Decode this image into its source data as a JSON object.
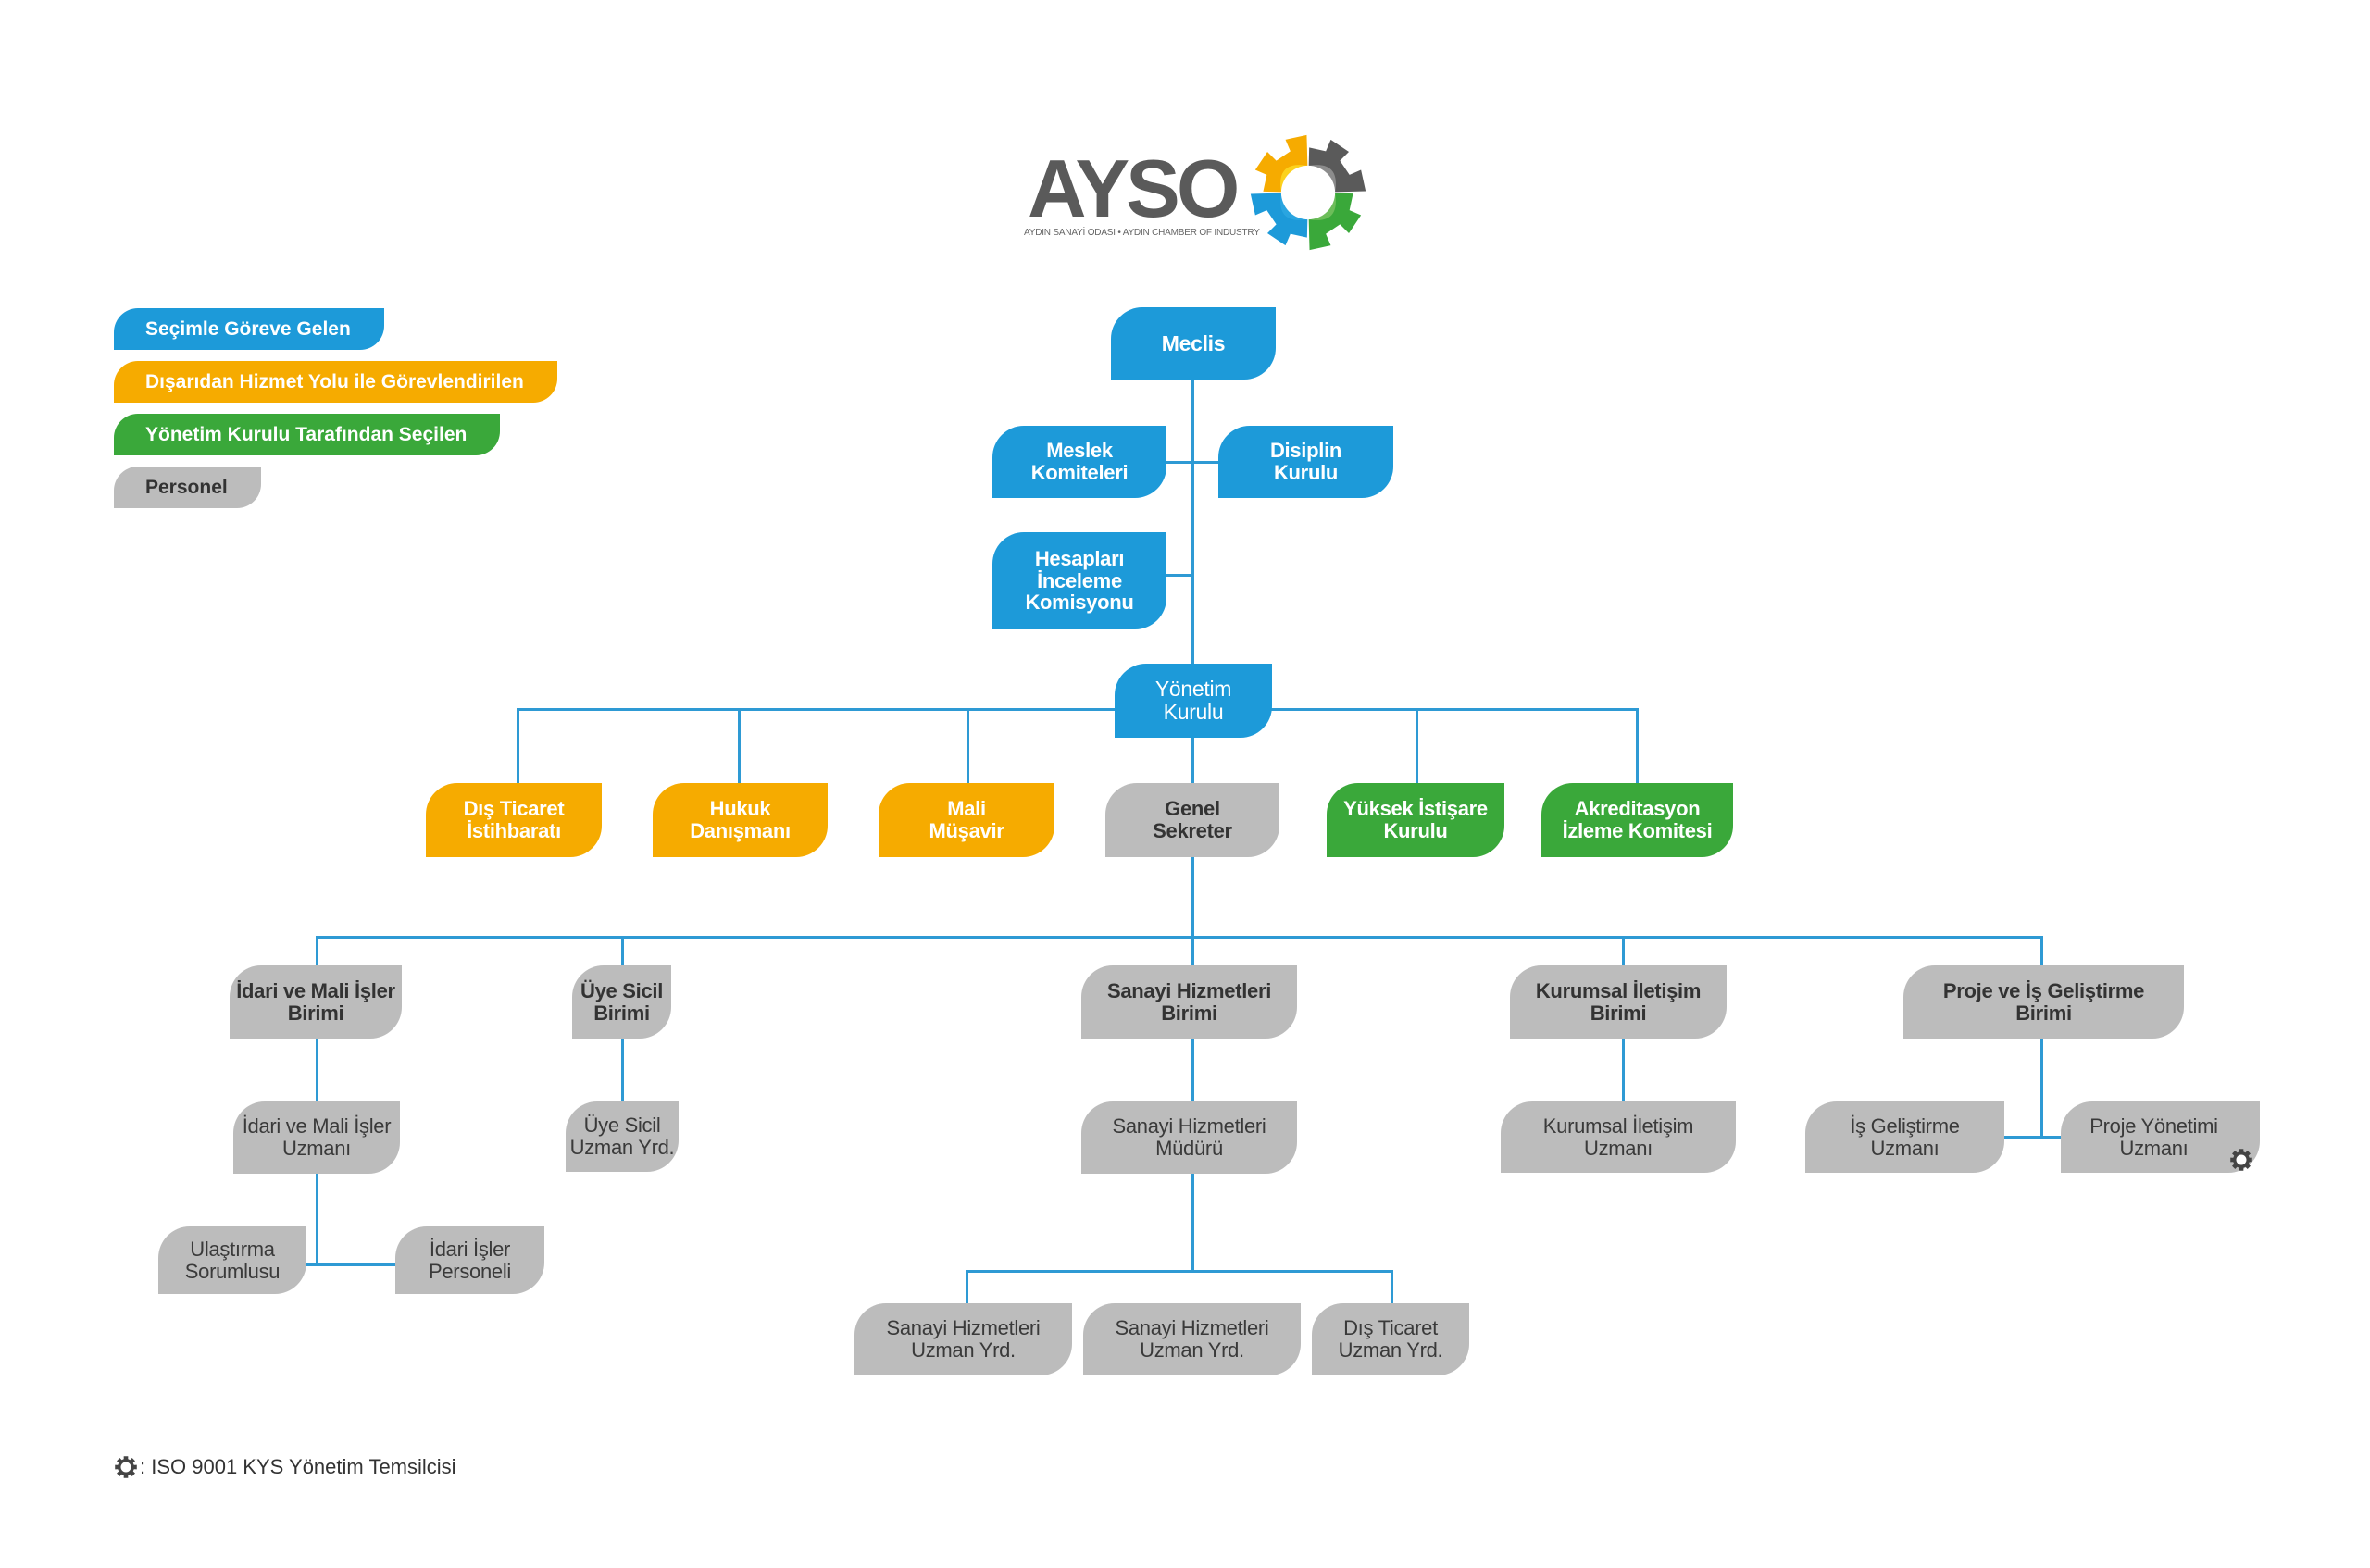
{
  "logo": {
    "wordmark": "AYSO",
    "subtitle": "AYDIN SANAYİ ODASI  •  AYDIN CHAMBER OF INDUSTRY",
    "gear_colors": [
      "#f6ab00",
      "#fcd21d",
      "#5a5a5a",
      "#8c8c8c",
      "#1d9ad9",
      "#2aa5e0",
      "#3aa83a",
      "#6dbd5a"
    ]
  },
  "colors": {
    "elected": "#1d9ad9",
    "external": "#f6ab00",
    "board_selected": "#3aa83a",
    "staff": "#bcbcbc",
    "connector": "#2e9ad4"
  },
  "legend": [
    {
      "label": "Seçimle Göreve Gelen",
      "color": "#1d9ad9"
    },
    {
      "label": "Dışarıdan Hizmet Yolu ile Görevlendirilen",
      "color": "#f6ab00"
    },
    {
      "label": "Yönetim Kurulu Tarafından Seçilen",
      "color": "#3aa83a"
    },
    {
      "label": "Personel",
      "color": "#bcbcbc"
    }
  ],
  "nodes": {
    "meclis": "Meclis",
    "meslek_komiteleri": "Meslek\nKomiteleri",
    "disiplin_kurulu": "Disiplin\nKurulu",
    "hesaplari_inceleme": "Hesapları\nİnceleme\nKomisyonu",
    "yonetim_kurulu": "Yönetim\nKurulu",
    "dis_ticaret_istihbarati": "Dış Ticaret\nİstihbaratı",
    "hukuk_danismani": "Hukuk\nDanışmanı",
    "mali_musavir": "Mali\nMüşavir",
    "genel_sekreter": "Genel\nSekreter",
    "yuksek_istisare": "Yüksek İstişare\nKurulu",
    "akreditasyon": "Akreditasyon\nİzleme Komitesi",
    "idari_mali_birimi": "İdari ve Mali İşler\nBirimi",
    "uye_sicil_birimi": "Üye Sicil\nBirimi",
    "sanayi_hizmetleri_birimi": "Sanayi Hizmetleri\nBirimi",
    "kurumsal_iletisim_birimi": "Kurumsal İletişim\nBirimi",
    "proje_is_gelistirme_birimi": "Proje ve İş Geliştirme\nBirimi",
    "idari_mali_uzmani": "İdari ve Mali İşler\nUzmanı",
    "ulastirma_sorumlusu": "Ulaştırma\nSorumlusu",
    "idari_isler_personeli": "İdari İşler\nPersoneli",
    "uye_sicil_uzman_yrd": "Üye Sicil\nUzman Yrd.",
    "sanayi_hizmetleri_muduru": "Sanayi Hizmetleri\nMüdürü",
    "sanayi_uzman_yrd_1": "Sanayi Hizmetleri\nUzman Yrd.",
    "sanayi_uzman_yrd_2": "Sanayi Hizmetleri\nUzman Yrd.",
    "dis_ticaret_uzman_yrd": "Dış Ticaret\nUzman Yrd.",
    "kurumsal_iletisim_uzmani": "Kurumsal İletişim\nUzmanı",
    "is_gelistirme_uzmani": "İş Geliştirme\nUzmanı",
    "proje_yonetimi_uzmani": "Proje Yönetimi\nUzmanı"
  },
  "iso_marker": {
    "icon": "gear-icon",
    "assigned_to": "Proje Yönetimi Uzmanı"
  },
  "footnote": {
    "text": ": ISO 9001 KYS Yönetim Temsilcisi"
  }
}
